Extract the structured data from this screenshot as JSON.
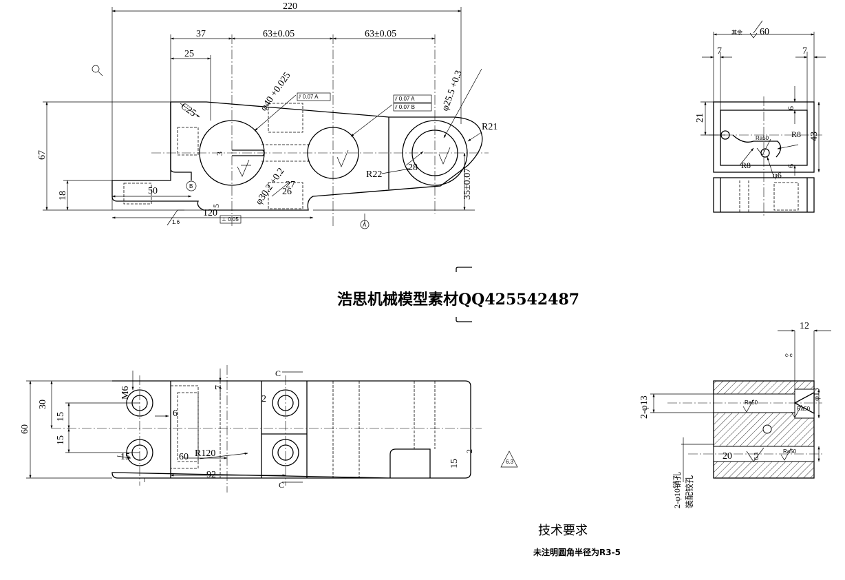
{
  "watermark": "浩思机械模型素材QQ425542487",
  "tech_requirements": {
    "title": "技术要求",
    "note": "未注明圆角半径为R3-5"
  },
  "front_view": {
    "dims": {
      "overall": "220",
      "d37": "37",
      "d63a": "63±0.05",
      "d63b": "63±0.05",
      "d25": "25",
      "d67": "67",
      "d18": "18",
      "d50": "50",
      "d120": "120",
      "c25": "C25",
      "r21": "R21",
      "r22": "R22",
      "d28": "28",
      "dia40": "φ40 +0.025",
      "dia30": "φ30.2 +0.2",
      "dia255": "φ25.5 +0.3",
      "d35": "35±0.07",
      "d27": "27",
      "d26": "26",
      "d3": "3",
      "d5": "5",
      "rough": "1.6"
    },
    "fcf": {
      "f1": "⫽ 0.07 A",
      "f2": "⫽ 0.07 A",
      "f3": "⫽ 0.07 B",
      "f4": "⊥ 0.05"
    },
    "datum_a": "A",
    "datum_b": "B"
  },
  "side_view": {
    "dims": {
      "d60": "60",
      "rest": "其余",
      "d7l": "7",
      "d7r": "7",
      "d21": "21",
      "d6a": "6",
      "d43": "43",
      "d6b": "6",
      "r8a": "R8",
      "r8b": "R8",
      "ra50": "Ra50",
      "dia6": "φ6"
    }
  },
  "top_view": {
    "dims": {
      "d30": "30",
      "d15a": "15",
      "d15b": "15",
      "d60": "60",
      "m6": "M6",
      "d6": "6",
      "d7": "7",
      "d2": "2",
      "d15c": "15",
      "d60b": "60",
      "r120": "R120",
      "d92": "92",
      "c1": "C",
      "c2": "C",
      "d15d": "15",
      "d2b": "2",
      "rough": "6.3"
    }
  },
  "section_view": {
    "dims": {
      "d12": "12",
      "dia13a": "2-φ13",
      "dia13b": "φ13",
      "ra50a": "Ra50",
      "ra50b": "Ra50",
      "ra50c": "Ra50",
      "d20": "20",
      "d63": "6.3",
      "pin_note": "2-φ10销孔",
      "pin_note2": "装配铰孔",
      "cc": "c-c"
    }
  }
}
